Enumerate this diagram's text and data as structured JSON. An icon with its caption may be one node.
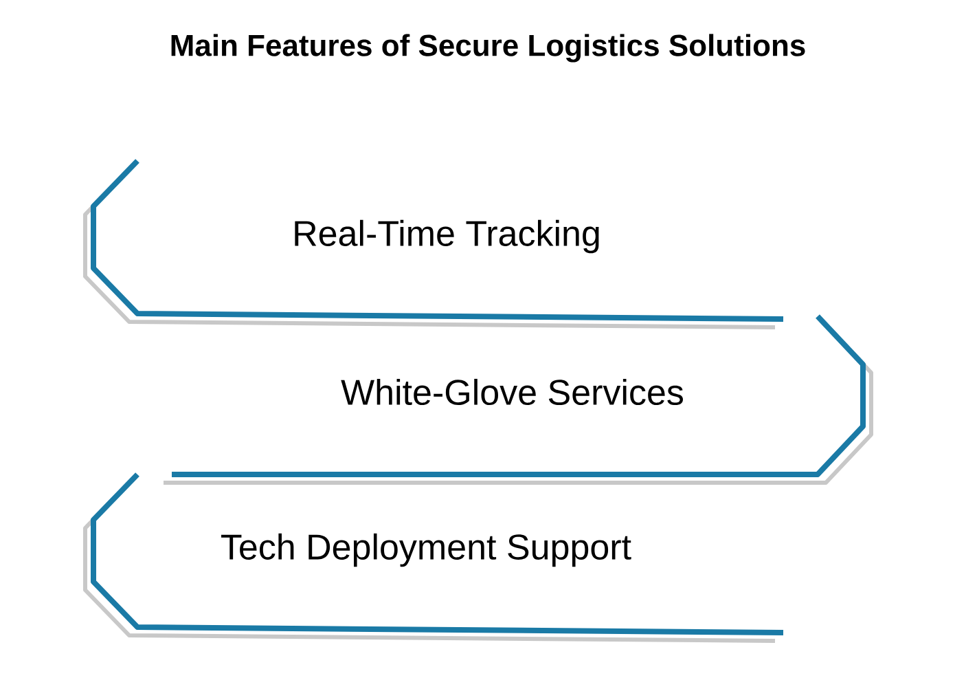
{
  "diagram": {
    "title": "Main Features of Secure Logistics Solutions",
    "nodes": [
      {
        "text": [
          "Real-Time Tracking"
        ]
      },
      {
        "text": [
          "White-Glove Services"
        ]
      },
      {
        "text": [
          "Tech Deployment Support"
        ]
      }
    ]
  }
}
